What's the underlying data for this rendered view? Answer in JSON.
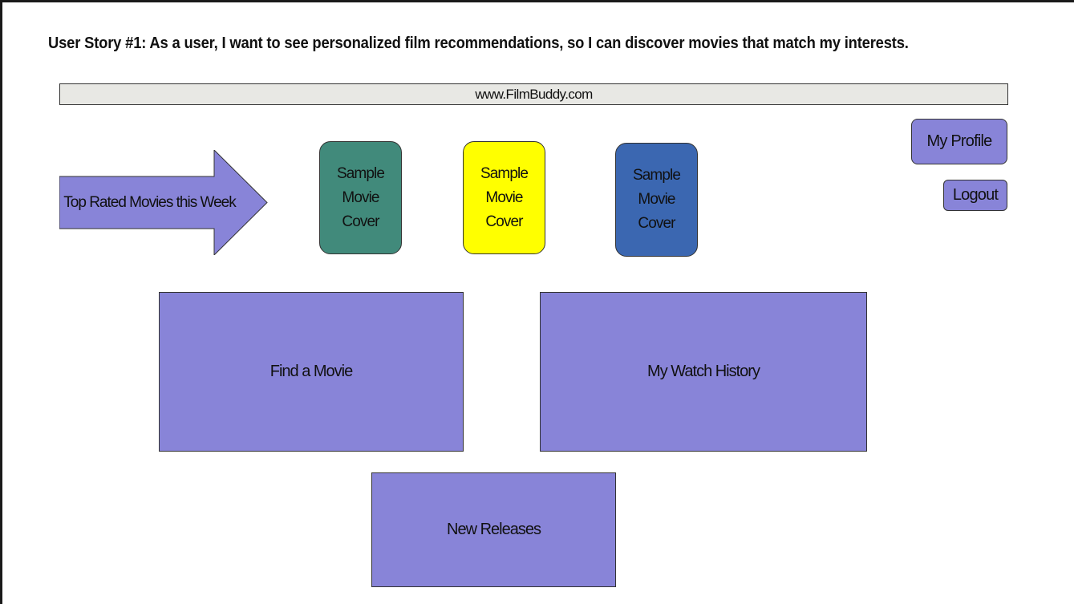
{
  "story": {
    "text": "User Story #1: As a user, I want to see personalized film recommendations, so I can discover movies that match my interests."
  },
  "browser": {
    "url": "www.FilmBuddy.com"
  },
  "header": {
    "profile_label": "My Profile",
    "logout_label": "Logout"
  },
  "top_rated": {
    "label": "Top Rated Movies this Week",
    "arrow_color": "#8884d8",
    "covers": [
      {
        "line1": "Sample",
        "line2": "Movie Cover",
        "color": "#418a7b"
      },
      {
        "line1": "Sample",
        "line2": "Movie Cover",
        "color": "#ffff00"
      },
      {
        "line1": "Sample",
        "line2": "Movie Cover",
        "color": "#3b67b1"
      }
    ]
  },
  "tiles": {
    "find_label": "Find a Movie",
    "history_label": "My Watch History",
    "new_label": "New Releases"
  },
  "colors": {
    "accent": "#8884d8",
    "url_bar": "#e8e8e4",
    "border": "#333333"
  }
}
